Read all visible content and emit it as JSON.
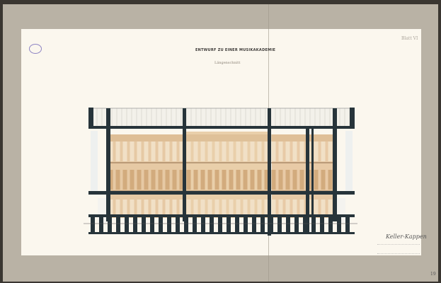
{
  "title": "ENTWURF ZU EINER MUSIKAKADEMIE",
  "subtitle": "Längenschnitt",
  "sheet_number": "Blatt VI",
  "signature": "Keller-Kappen",
  "page_number": "19",
  "colors": {
    "mount": "#b9b2a5",
    "paper": "#fbf7ee",
    "structure": "#27343a",
    "interior": "#e6c9a4"
  }
}
